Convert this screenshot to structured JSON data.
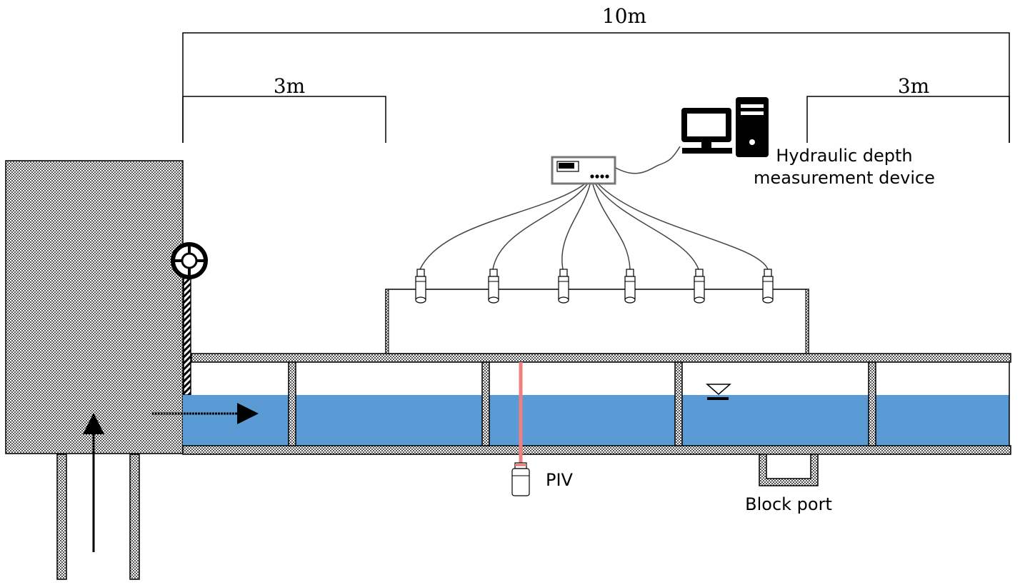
{
  "dimensions": {
    "total": "10m",
    "left_section": "3m",
    "right_section": "3m"
  },
  "labels": {
    "device_line1": "Hydraulic depth",
    "device_line2": "measurement device",
    "piv": "PIV",
    "block_port": "Block port"
  },
  "sensors": {
    "count": 6
  },
  "colors": {
    "water": "#5b9bd5",
    "laser": "#f08080",
    "line": "#000000",
    "hatch_fill": "#bdbdbd"
  }
}
